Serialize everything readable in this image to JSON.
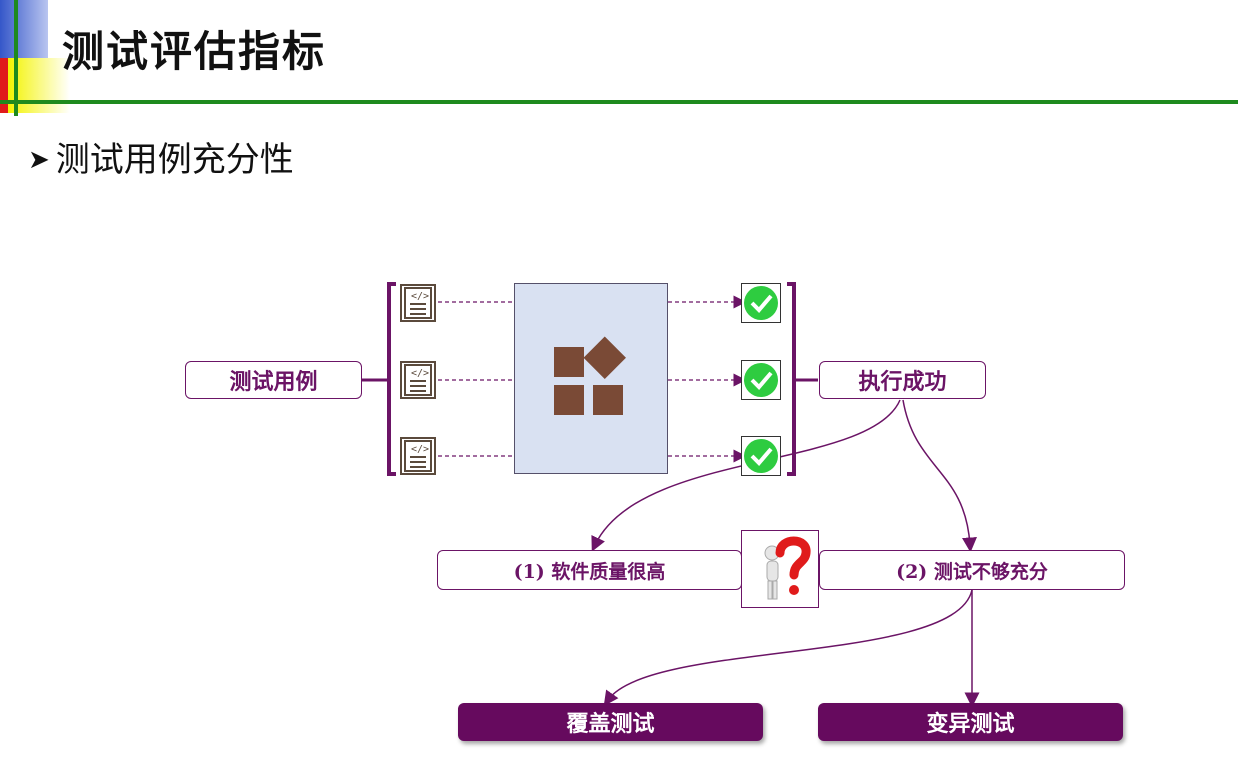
{
  "slide": {
    "title": "测试评估指标",
    "bullet": "测试用例充分性"
  },
  "diagram": {
    "input_label": "测试用例",
    "output_label": "执行成功",
    "outcome_1": "(1) 软件质量很高",
    "outcome_2": "(2) 测试不够充分",
    "method_1": "覆盖测试",
    "method_2": "变异测试"
  },
  "colors": {
    "accent": "#660a5e",
    "rule_green": "#1e8a1e",
    "program_fill": "#d9e1f2",
    "module_brown": "#7a4a36",
    "check_green": "#2ecc40"
  },
  "icons": [
    "code-document-icon",
    "module-blocks-icon",
    "checkmark-icon",
    "question-figure-icon"
  ]
}
